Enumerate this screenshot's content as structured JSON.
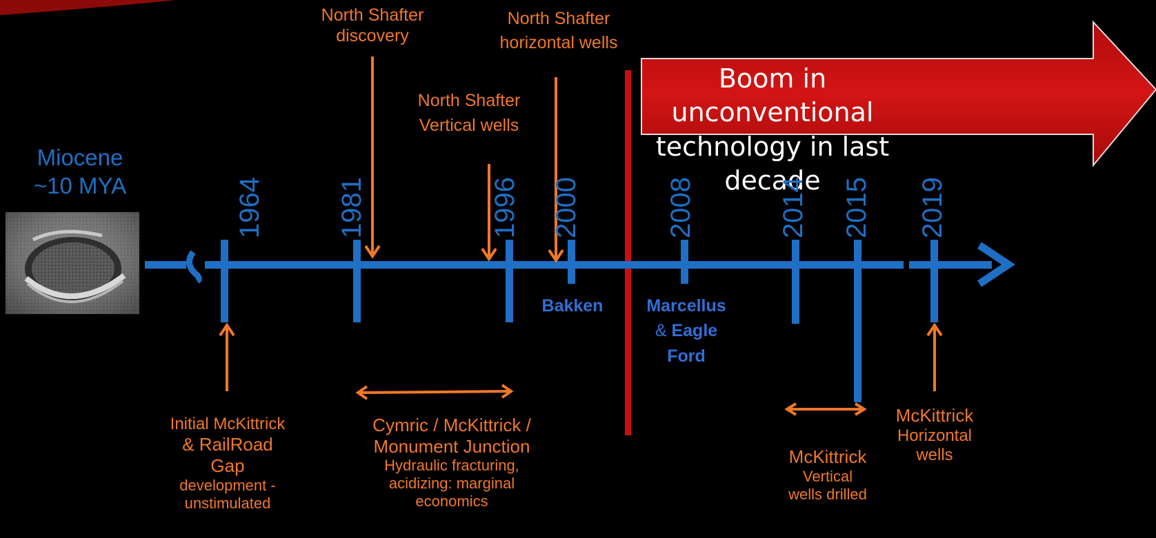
{
  "boom_text": [
    "Boom in unconventional",
    "technology in last decade"
  ],
  "miocene": [
    "Miocene",
    "~10 MYA"
  ],
  "years": [
    "1964",
    "1981",
    "1996",
    "2000",
    "2008",
    "2014",
    "2015",
    "2019"
  ],
  "plays": {
    "bakken": "Bakken",
    "marcellus": "Marcellus",
    "amp": "&",
    "eagle": "Eagle",
    "ford": "Ford"
  },
  "events": {
    "ns_discovery": [
      "North Shafter",
      "discovery"
    ],
    "ns_horizontal": [
      "North Shafter",
      "horizontal wells"
    ],
    "ns_vertical": [
      "North Shafter",
      "Vertical wells"
    ],
    "initial": [
      "Initial McKittrick",
      "& RailRoad",
      "Gap",
      "development -",
      "unstimulated"
    ],
    "cymric": [
      "Cymric / McKittrick /",
      "Monument  Junction",
      "Hydraulic fracturing,",
      "acidizing: marginal",
      "economics"
    ],
    "mck_vertical": [
      "McKittrick",
      "Vertical",
      "wells drilled"
    ],
    "mck_horizontal": [
      "McKittrick",
      "Horizontal",
      "wells"
    ]
  },
  "colors": {
    "timeline": "#1f6fc4",
    "event": "#f07828",
    "boom": "#c8100f",
    "divider": "#c8100f"
  }
}
